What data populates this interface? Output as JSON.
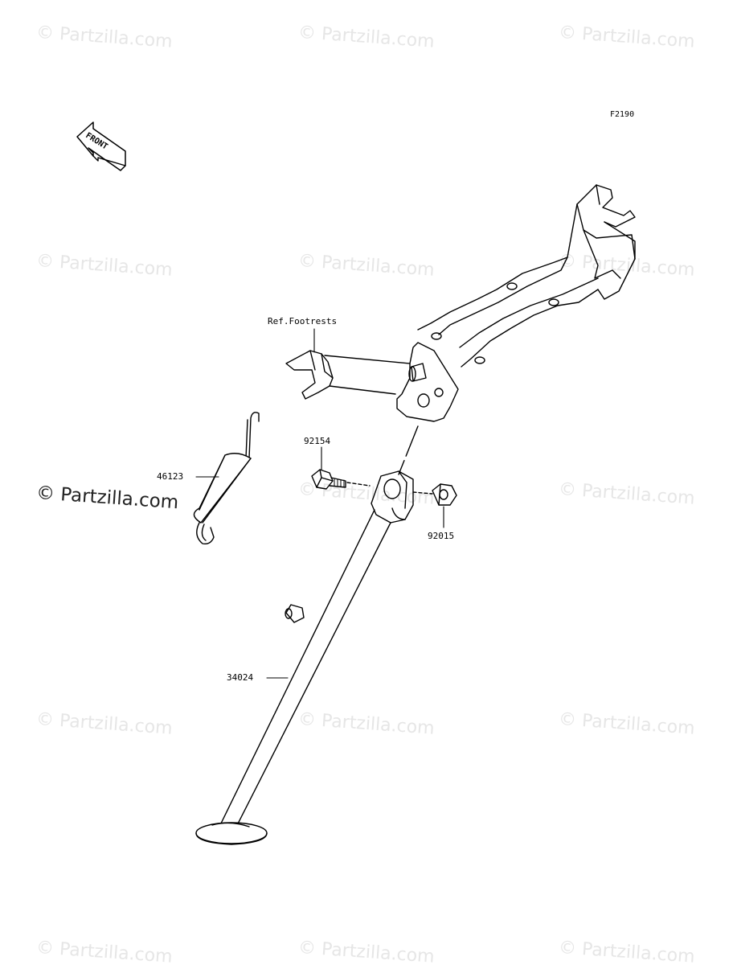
{
  "diagram": {
    "figure_code": "F2190",
    "front_label": "FRONT",
    "reference_label": "Ref.Footrests",
    "parts": [
      {
        "number": "46123"
      },
      {
        "number": "92154"
      },
      {
        "number": "92015"
      },
      {
        "number": "34024"
      }
    ]
  },
  "watermark": {
    "text": "© Partzilla.com"
  }
}
